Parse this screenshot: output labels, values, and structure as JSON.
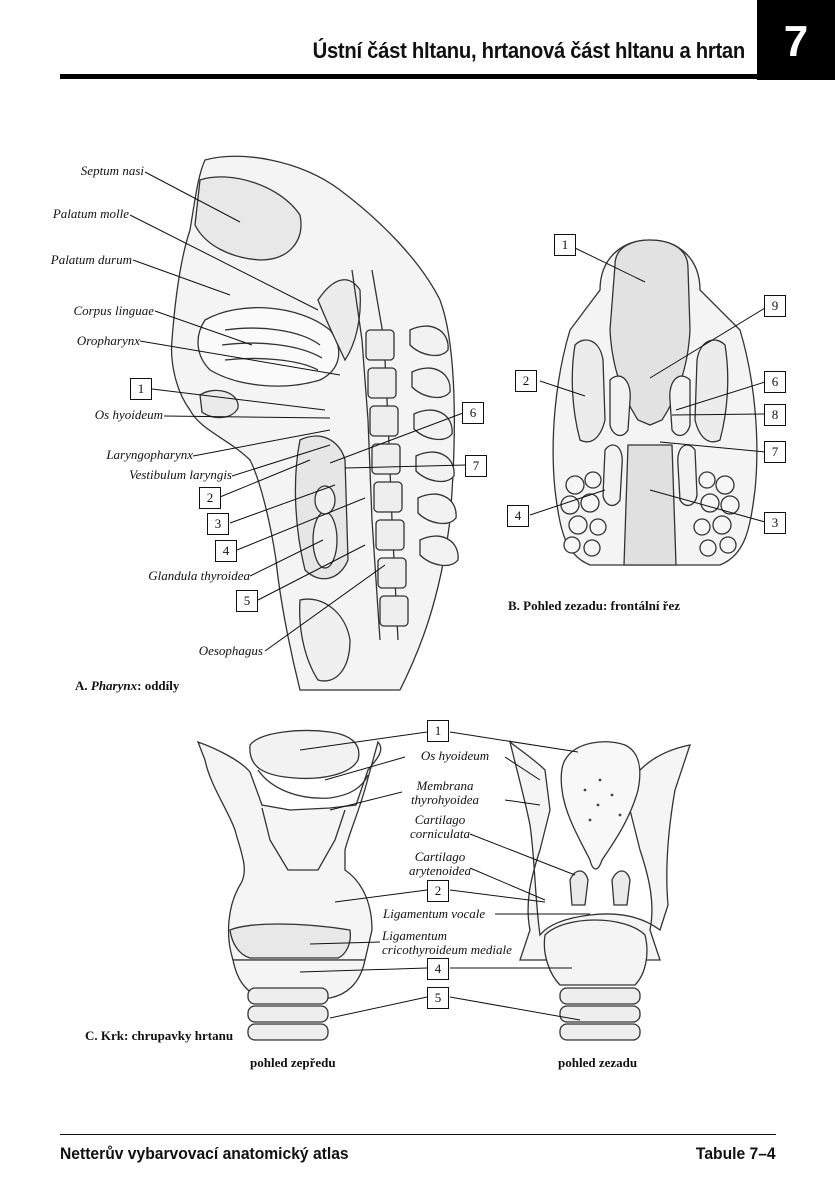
{
  "header": {
    "title": "Ústní část hltanu, hrtanová část hltanu a hrtan",
    "chapter": "7"
  },
  "figure_a": {
    "caption_prefix": "A. ",
    "caption_italic": "Pharynx",
    "caption_suffix": ": oddíly",
    "labels": {
      "septum_nasi": "Septum nasi",
      "palatum_molle": "Palatum molle",
      "palatum_durum": "Palatum durum",
      "corpus_linguae": "Corpus linguae",
      "oropharynx": "Oropharynx",
      "os_hyoideum": "Os hyoideum",
      "laryngopharynx": "Laryngopharynx",
      "vestibulum_laryngis": "Vestibulum laryngis",
      "glandula_thyroidea": "Glandula thyroidea",
      "oesophagus": "Oesophagus"
    },
    "numbers": [
      "1",
      "2",
      "3",
      "4",
      "5",
      "6",
      "7"
    ]
  },
  "figure_b": {
    "caption": "B. Pohled zezadu: frontální řez",
    "numbers": [
      "1",
      "2",
      "3",
      "4",
      "6",
      "7",
      "8",
      "9"
    ]
  },
  "figure_c": {
    "caption": "C. Krk: chrupavky hrtanu",
    "view_front": "pohled zepředu",
    "view_back": "pohled zezadu",
    "labels": {
      "os_hyoideum": "Os hyoideum",
      "membrana_1": "Membrana",
      "membrana_2": "thyrohyoidea",
      "corniculata_1": "Cartilago",
      "corniculata_2": "corniculata",
      "arytenoidea_1": "Cartilago",
      "arytenoidea_2": "arytenoidea",
      "lig_vocale": "Ligamentum vocale",
      "lig_crico_1": "Ligamentum",
      "lig_crico_2": "cricothyroideum mediale"
    },
    "numbers": [
      "1",
      "2",
      "4",
      "5"
    ]
  },
  "footer": {
    "book": "Netterův vybarvovací anatomický atlas",
    "plate": "Tabule 7–4"
  }
}
